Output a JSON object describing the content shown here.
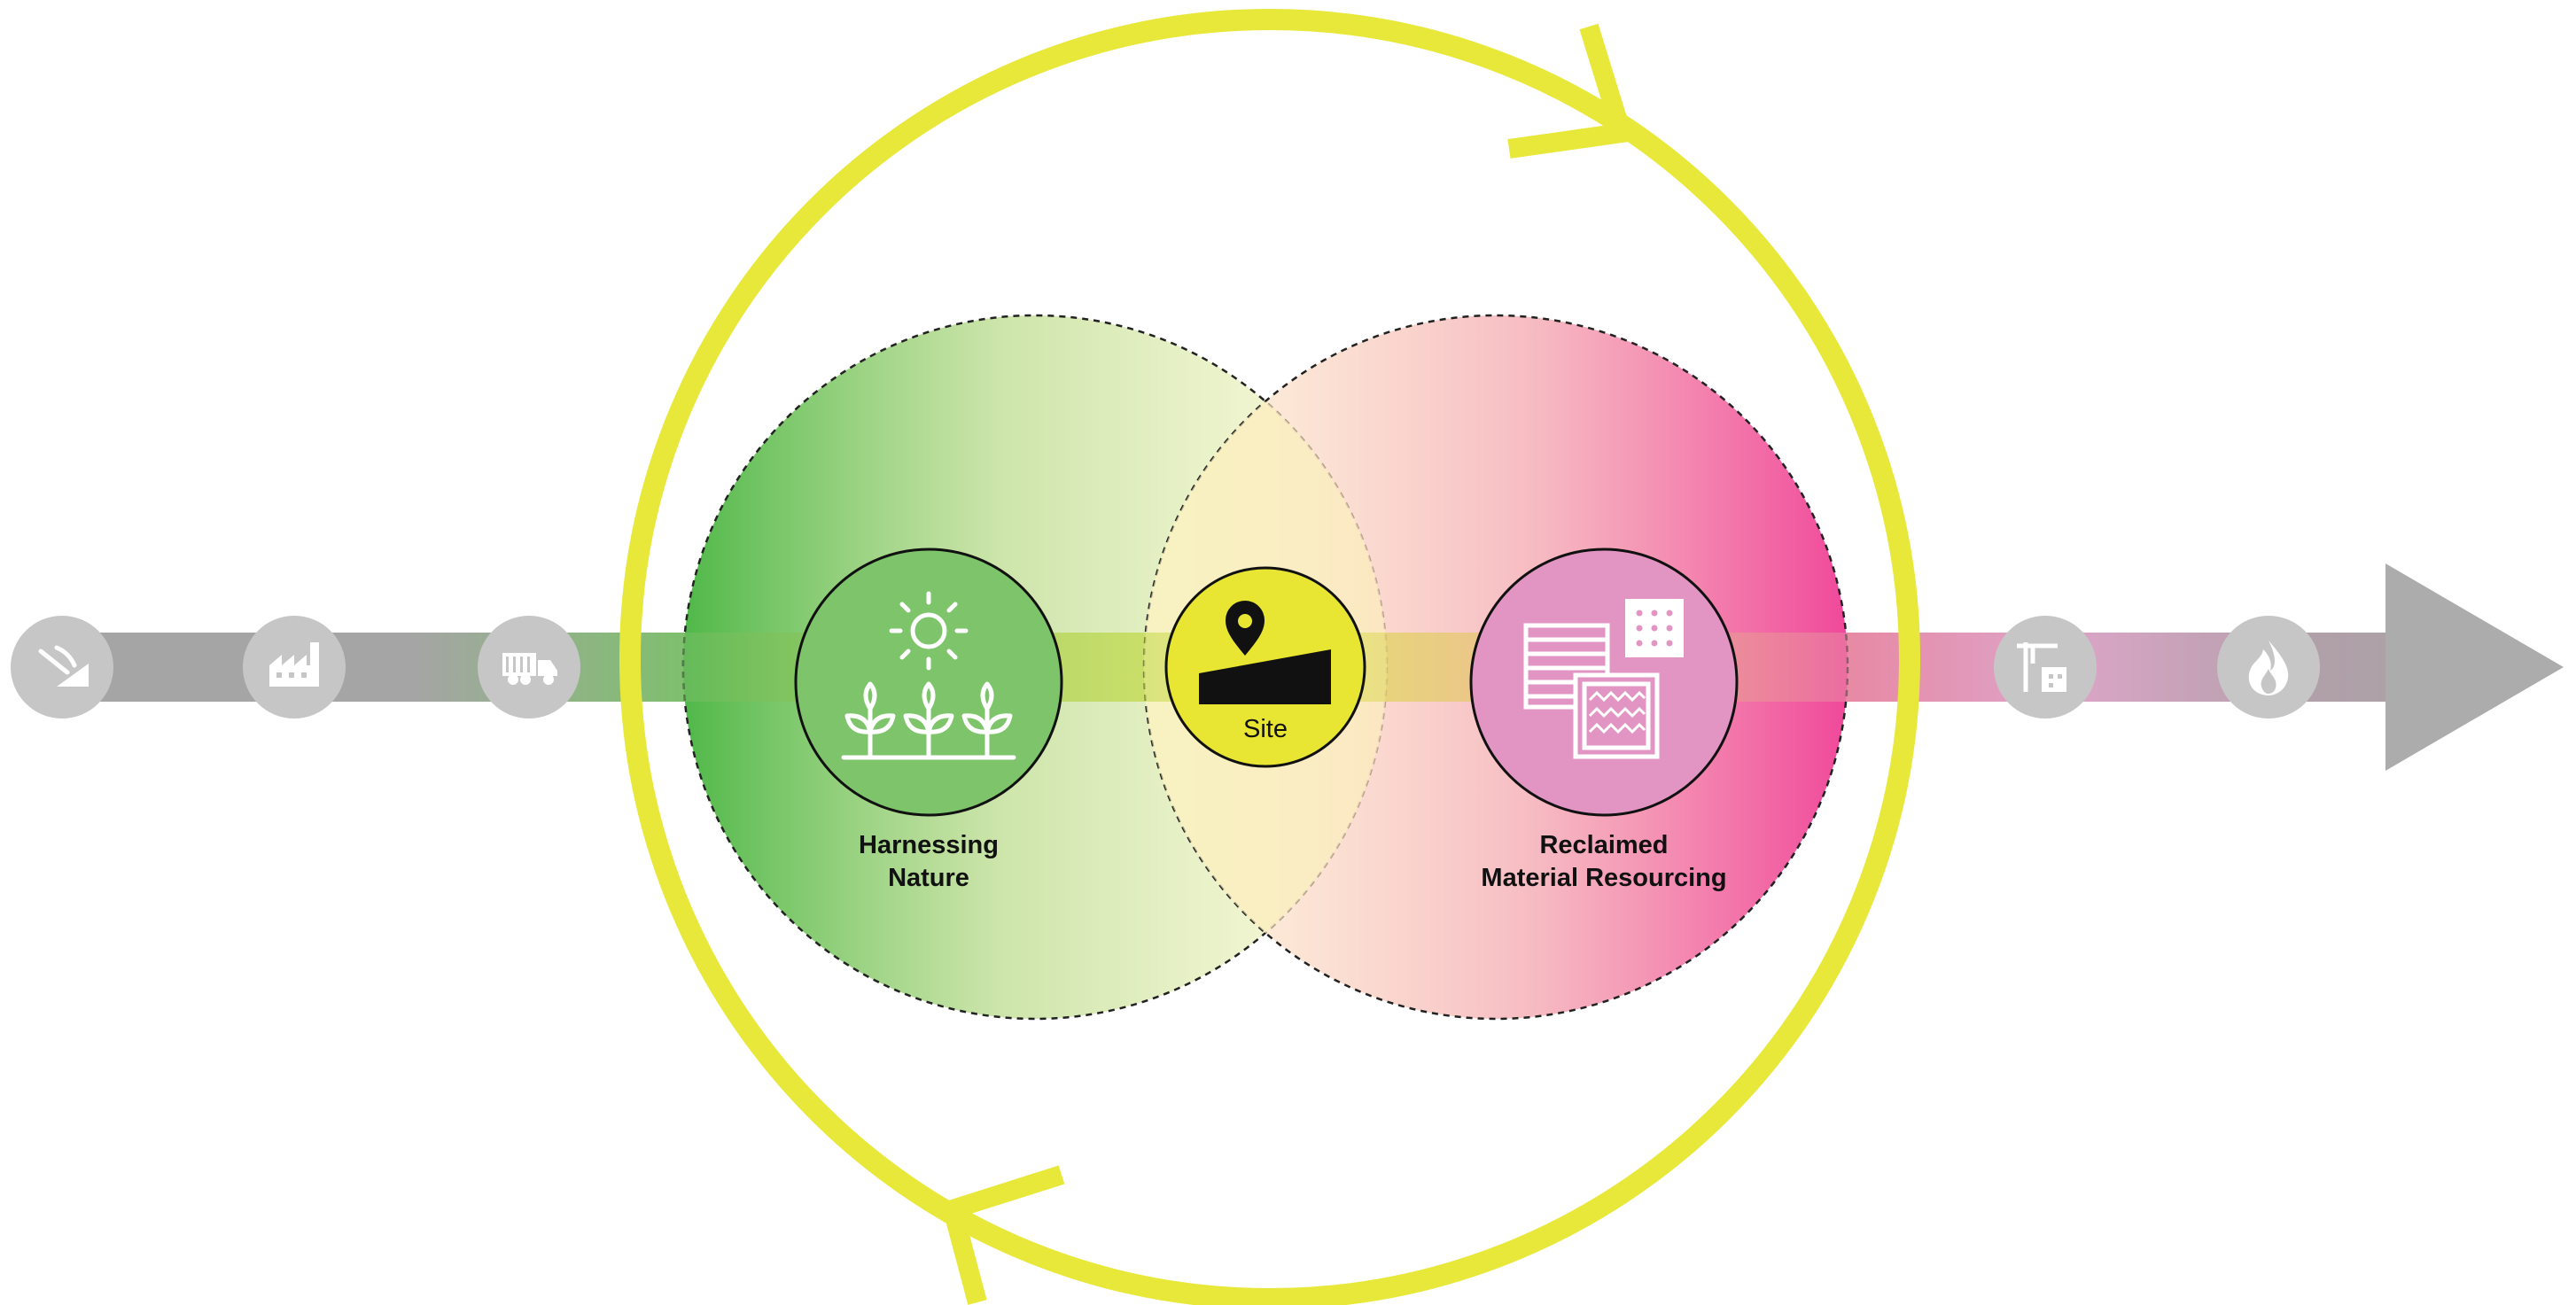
{
  "labels": {
    "left_circle_line1": "Harnessing",
    "left_circle_line2": "Nature",
    "right_circle_line1": "Reclaimed",
    "right_circle_line2": "Material Resourcing",
    "site": "Site"
  },
  "icons": {
    "timeline": [
      "mining-icon",
      "factory-icon",
      "truck-icon",
      "construction-crane-icon",
      "fire-icon"
    ],
    "left_hub": "plants-sun-icon",
    "center_hub": "location-pin-slope-icon",
    "right_hub": "reclaimed-material-panels-icon"
  },
  "colors": {
    "cycle_yellow": "#e8e83a",
    "nature_green": "#52b848",
    "nature_hub": "#7dc46b",
    "site_yellow": "#e8e632",
    "reclaim_pink": "#f0489a",
    "reclaim_hub": "#e295c3",
    "timeline_grey": "#a6a6a6",
    "icon_circle_grey": "#c6c6c6"
  }
}
